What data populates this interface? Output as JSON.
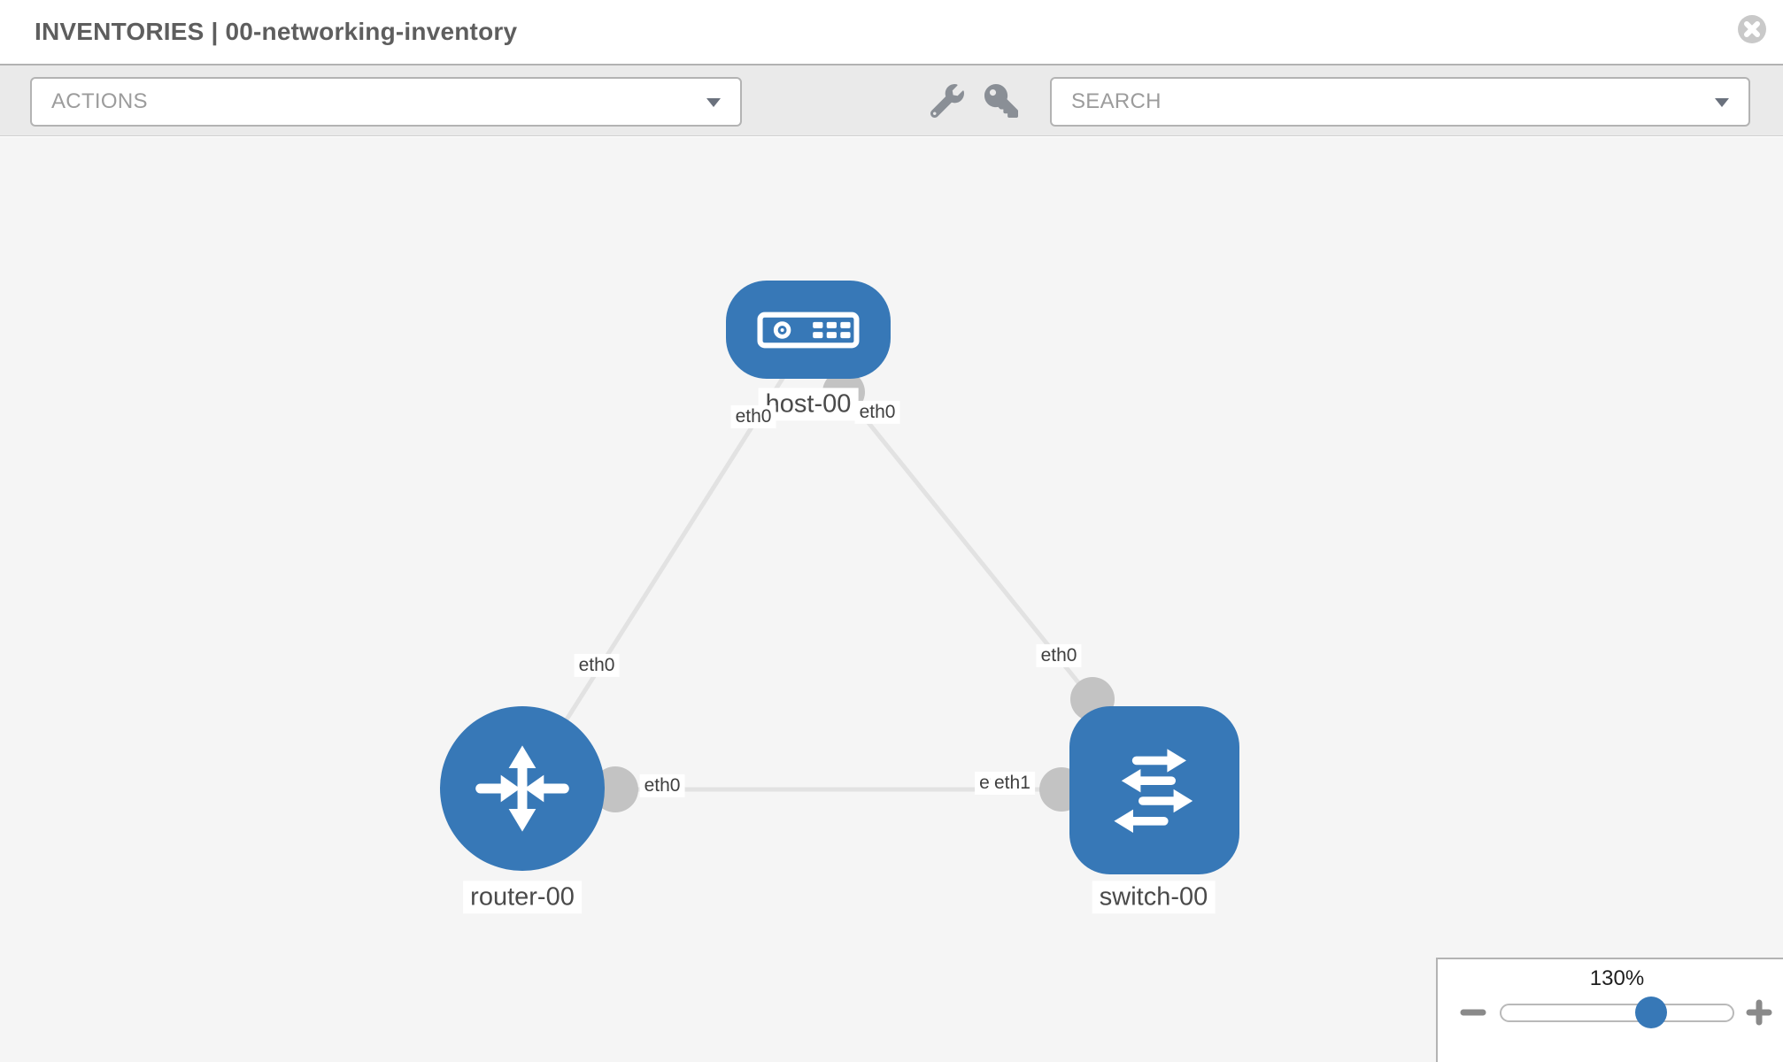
{
  "header": {
    "title": "INVENTORIES | 00-networking-inventory"
  },
  "toolbar": {
    "actions_label": "ACTIONS",
    "search_label": "SEARCH"
  },
  "topology": {
    "nodes": [
      {
        "id": "host-00",
        "type": "host",
        "label": "host-00"
      },
      {
        "id": "router-00",
        "type": "router",
        "label": "router-00"
      },
      {
        "id": "switch-00",
        "type": "switch",
        "label": "switch-00"
      }
    ],
    "edges": [
      {
        "from": "router-00",
        "to": "host-00",
        "from_interface": "eth0",
        "to_interface": "eth0"
      },
      {
        "from": "host-00",
        "to": "switch-00",
        "from_interface": "eth0",
        "to_interface": "eth0"
      },
      {
        "from": "router-00",
        "to": "switch-00",
        "from_interface": "eth0",
        "to_interface": "eth1"
      }
    ],
    "interface_labels": {
      "host_left": "eth0",
      "host_right": "eth0",
      "edge_router_host": "eth0",
      "edge_host_switch": "eth0",
      "edge_c_router": "eth0",
      "edge_c_switch_under": "eth0",
      "edge_c_switch": "eth1"
    }
  },
  "zoom_control": {
    "value": "130%"
  },
  "icons": {
    "close": "close-circle",
    "wrench": "wrench",
    "key": "key",
    "dropdown": "caret-down",
    "zoom_out": "minus",
    "zoom_in": "plus",
    "host": "server",
    "router": "router-arrows",
    "switch": "switch-arrows"
  },
  "colors": {
    "node_blue": "#3778b7",
    "connector_gray": "#c3c3c3",
    "edge_gray": "#e2e2e2",
    "canvas_bg": "#f5f5f5",
    "toolbar_bg": "#eaeaea",
    "slider_thumb": "#3778b7"
  }
}
